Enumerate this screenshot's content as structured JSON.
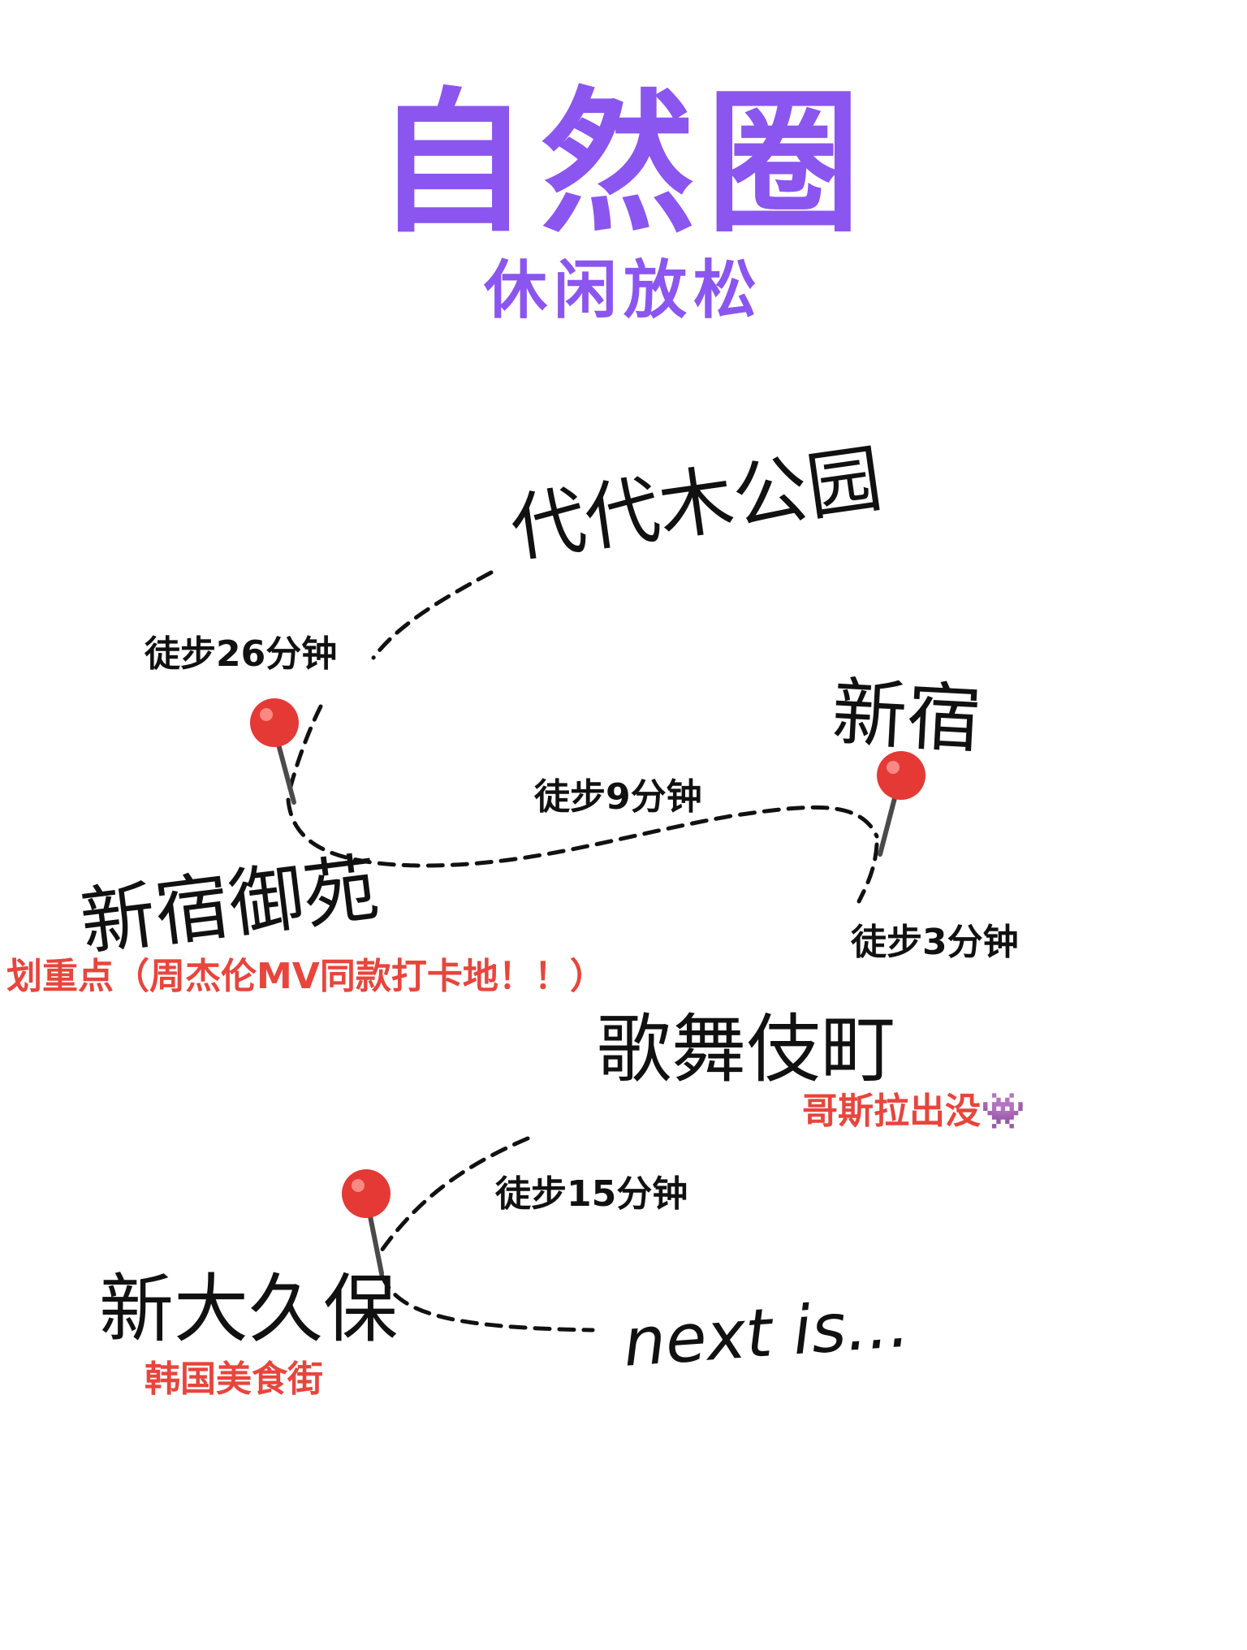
{
  "header": {
    "title": "自然圈",
    "subtitle": "休闲放松"
  },
  "places": {
    "yoyogi": "代代木公园",
    "shinjuku": "新宿",
    "gyoen": "新宿御苑",
    "kabukicho": "歌舞伎町",
    "shinokubo": "新大久保"
  },
  "walks": {
    "w26": "徒步26分钟",
    "w9": "徒步9分钟",
    "w3": "徒步3分钟",
    "w15": "徒步15分钟"
  },
  "notes": {
    "gyoen_note": "划重点（周杰伦MV同款打卡地！！）",
    "kabukicho_note": "哥斯拉出没👾",
    "shinokubo_note": "韩国美食街"
  },
  "next_label": "next is...",
  "colors": {
    "title_purple": "#8b55f0",
    "note_red": "#e8453c",
    "text_dark": "#111111",
    "pin_red": "#e53935",
    "route_line": "#111111"
  }
}
